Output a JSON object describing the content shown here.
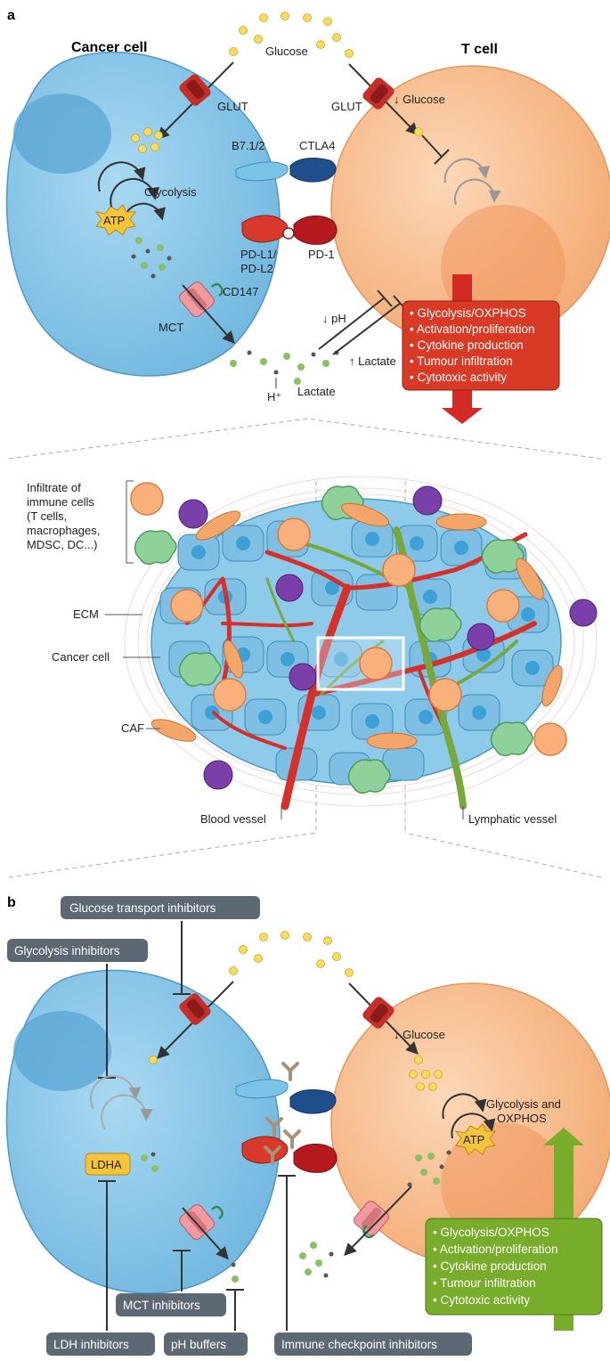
{
  "panel_a": {
    "letter": "a",
    "cancer_cell_title": "Cancer cell",
    "t_cell_title": "T cell",
    "glucose": "Glucose",
    "glut_left": "GLUT",
    "glut_right": "GLUT",
    "down_glucose": "↓ Glucose",
    "b7": "B7.1/2",
    "ctla4": "CTLA4",
    "glycolysis": "Glycolysis",
    "atp": "ATP",
    "pdl1": "PD-L1/",
    "pdl2": "PD-L2",
    "pd1": "PD-1",
    "cd147": "CD147",
    "mct": "MCT",
    "down_ph": "↓ pH",
    "up_lactate": "↑ Lactate",
    "h_plus": "H⁺",
    "lactate": "Lactate",
    "red_box": [
      "• Glycolysis/OXPHOS",
      "• Activation/proliferation",
      "• Cytokine production",
      "• Tumour infiltration",
      "• Cytotoxic activity"
    ]
  },
  "tumour": {
    "infiltrate": [
      "Infiltrate of",
      "immune cells",
      "(T cells,",
      "macrophages,",
      "MDSC, DC...)"
    ],
    "ecm": "ECM",
    "cancer_cell": "Cancer cell",
    "caf": "CAF",
    "blood_vessel": "Blood vessel",
    "lymphatic_vessel": "Lymphatic vessel"
  },
  "panel_b": {
    "letter": "b",
    "glucose_transport_inhibitors": "Glucose transport inhibitors",
    "glycolysis_inhibitors": "Glycolysis inhibitors",
    "down_glucose": "↓ Glucose",
    "glycolysis_and": "Glycolysis and",
    "oxphos": "OXPHOS",
    "atp": "ATP",
    "ldha": "LDHA",
    "mct_inhibitors": "MCT inhibitors",
    "ldh_inhibitors": "LDH inhibitors",
    "ph_buffers": "pH buffers",
    "immune_checkpoint_inhibitors": "Immune checkpoint inhibitors",
    "green_box": [
      "• Glycolysis/OXPHOS",
      "• Activation/proliferation",
      "• Cytokine production",
      "• Tumour infiltration",
      "• Cytotoxic activity"
    ]
  },
  "colors": {
    "cancer_cell": "#8ecbeb",
    "t_cell": "#f9c49a",
    "red_box": "#d93a26",
    "green_box": "#78ad2b",
    "inhibitor_pill": "#5c6873",
    "glucose_dot": "#f7dc5c",
    "lactate_dot": "#8cc063",
    "vessel_red": "#d6302a",
    "vessel_green": "#76a83a"
  }
}
